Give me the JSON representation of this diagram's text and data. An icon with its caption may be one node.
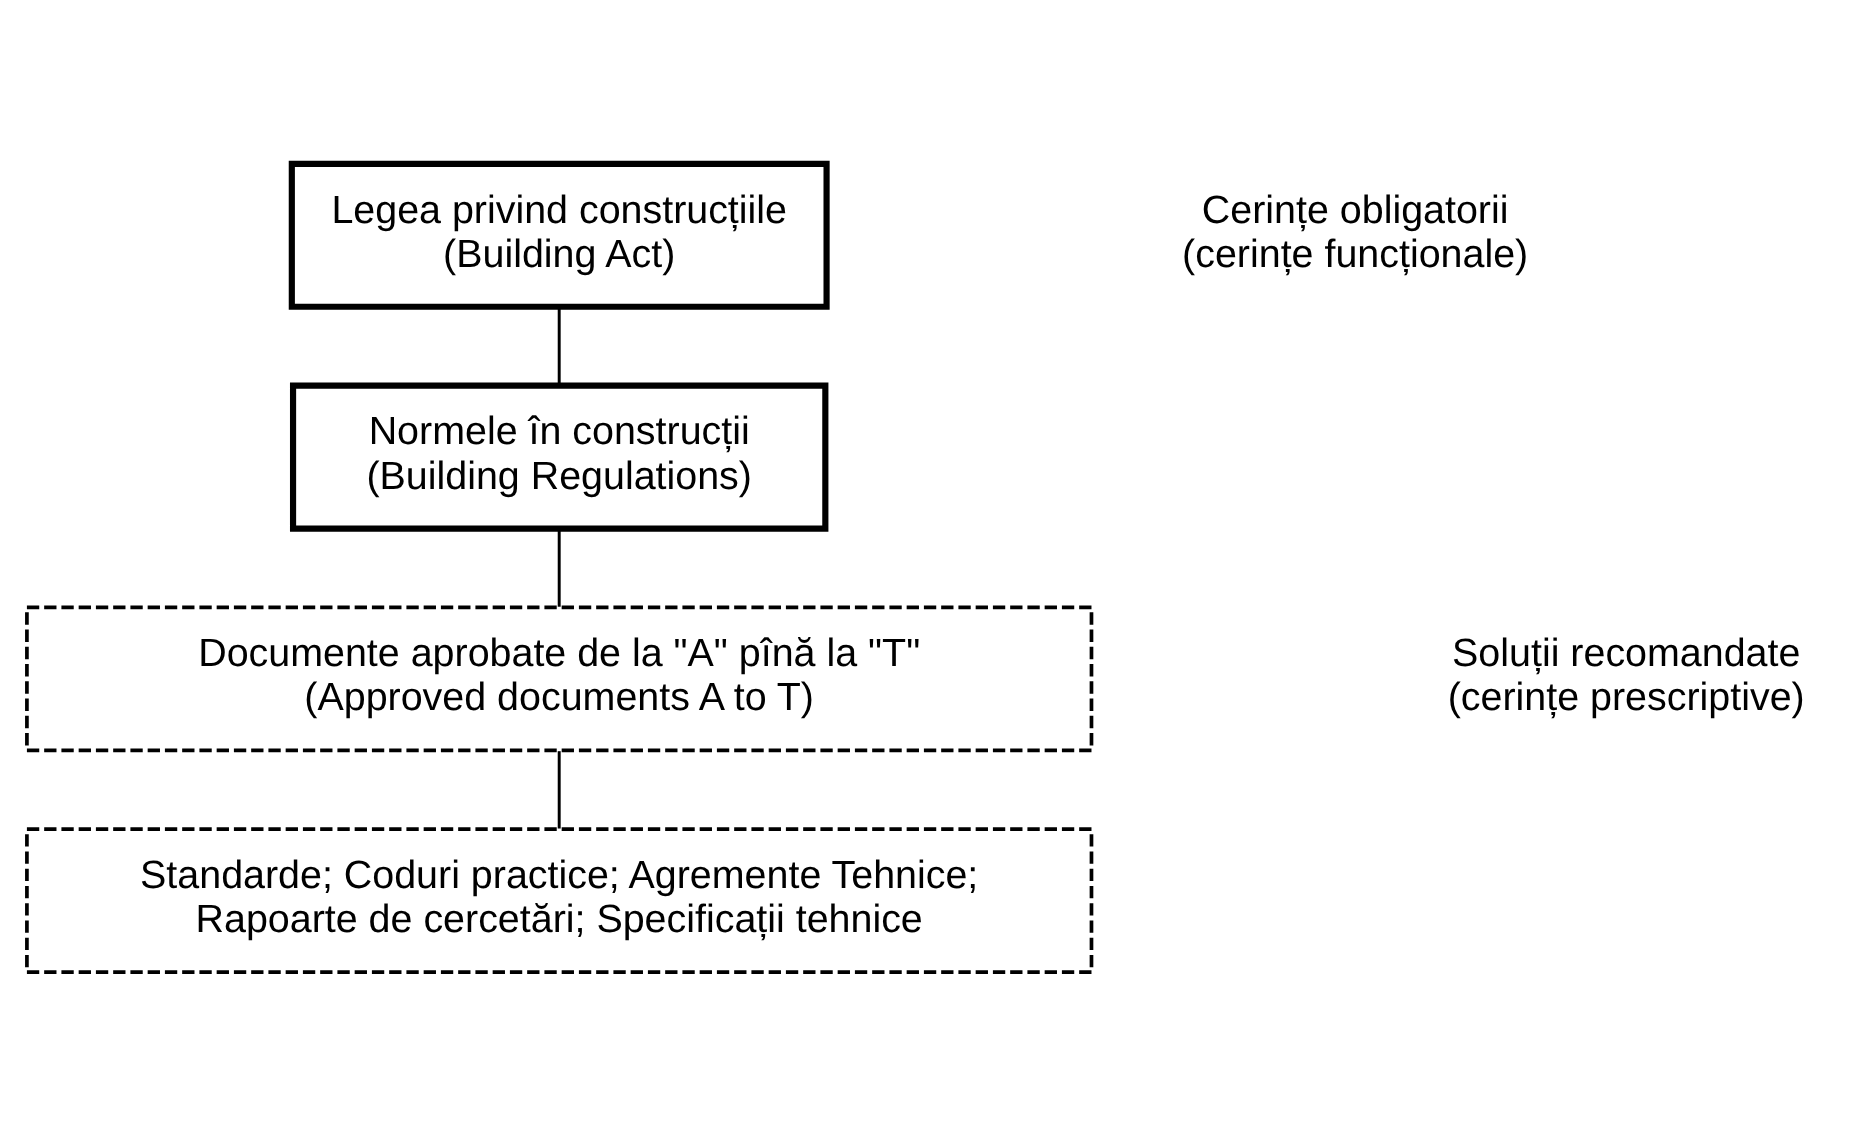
{
  "diagram": {
    "nodes": [
      {
        "text": [
          "Legea privind construcțiile",
          "(Building Act)"
        ]
      },
      {
        "text": [
          "Normele în construcții",
          "(Building Regulations)"
        ]
      },
      {
        "text": [
          "Documente aprobate de la \"A\" pînă la \"T\"",
          "(Approved documents A to T)"
        ]
      },
      {
        "text": [
          "Standarde; Coduri practice; Agremente Tehnice; Rapoarte de cercetări; Specificații tehnice"
        ]
      }
    ],
    "edges": [
      {
        "from": 0,
        "to": 1,
        "arrow": "none"
      },
      {
        "from": 1,
        "to": 2,
        "arrow": "none"
      },
      {
        "from": 2,
        "to": 3,
        "arrow": "none"
      }
    ],
    "labels": [
      "Cerințe obligatorii (cerințe funcționale)",
      "Soluții recomandate (cerințe prescriptive)"
    ]
  }
}
